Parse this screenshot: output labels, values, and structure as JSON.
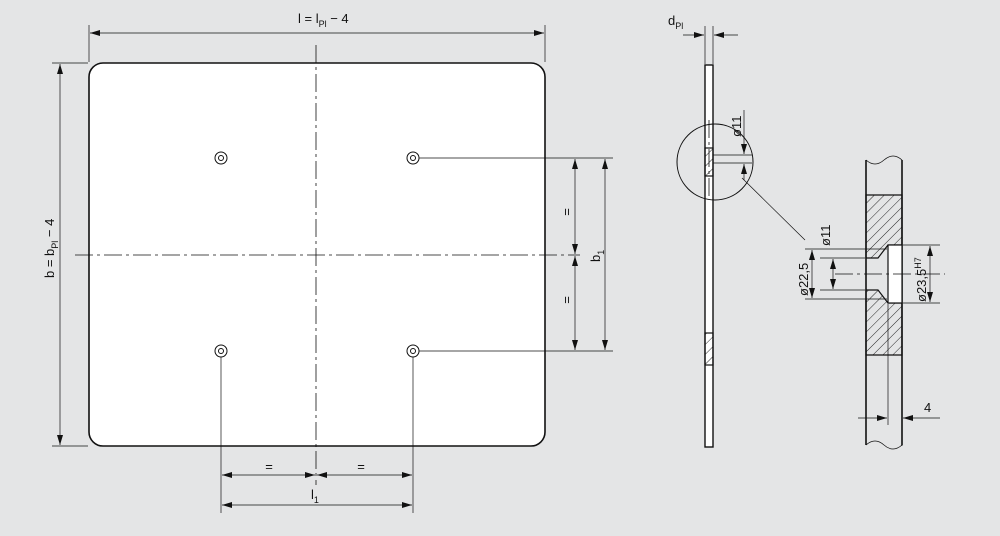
{
  "labels": {
    "l_main": "l = l",
    "l_sub": "Pl",
    "l_tail": " − 4",
    "b_main": "b = b",
    "b_sub": "Pl",
    "b_tail": " − 4",
    "eq": "=",
    "l1_main": "l",
    "l1_sub": "1",
    "b1_main": "b",
    "b1_sub": "1",
    "d_main": "d",
    "d_sub": "Pl",
    "d11": "ø11",
    "d225": "ø22,5",
    "d235_main": "ø23,5",
    "d235_sup": "H7",
    "four": "4"
  }
}
